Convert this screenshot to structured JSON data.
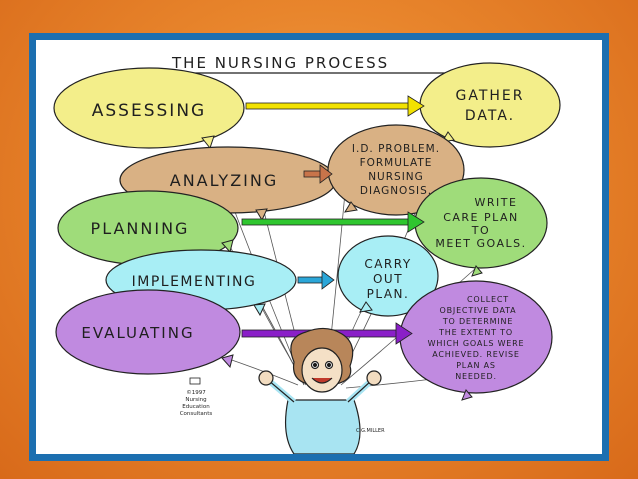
{
  "title": "THE NURSING PROCESS",
  "colors": {
    "frame_blue": "#1c6fb0",
    "background_orange": "#e8852c",
    "balloon_yellow": "#f3ee8a",
    "balloon_tan": "#d9b184",
    "balloon_green": "#9fdc7a",
    "balloon_cyan": "#a8eef5",
    "balloon_purple": "#c08ae0"
  },
  "steps": [
    {
      "label": "ASSESSING",
      "result": [
        "GATHER",
        "DATA."
      ],
      "arrow_color": "#f2e200"
    },
    {
      "label": "ANALYZING",
      "result": [
        "I.D. PROBLEM.",
        "FORMULATE",
        "NURSING",
        "DIAGNOSIS."
      ],
      "arrow_color": "#c8744a"
    },
    {
      "label": "PLANNING",
      "result": [
        "WRITE",
        "CARE PLAN",
        "TO",
        "MEET GOALS."
      ],
      "arrow_color": "#2fc62f"
    },
    {
      "label": "IMPLEMENTING",
      "result": [
        "CARRY",
        "OUT",
        "PLAN."
      ],
      "arrow_color": "#2ba6d8"
    },
    {
      "label": "EVALUATING",
      "result": [
        "COLLECT",
        "OBJECTIVE DATA",
        "TO DETERMINE",
        "THE EXTENT TO",
        "WHICH GOALS WERE",
        "ACHIEVED. REVISE",
        "PLAN AS",
        "NEEDED."
      ],
      "arrow_color": "#8a1fc8"
    }
  ],
  "copyright": [
    "©1997",
    "Nursing",
    "Education",
    "Consultants"
  ],
  "signature": "C.G.MILLER"
}
